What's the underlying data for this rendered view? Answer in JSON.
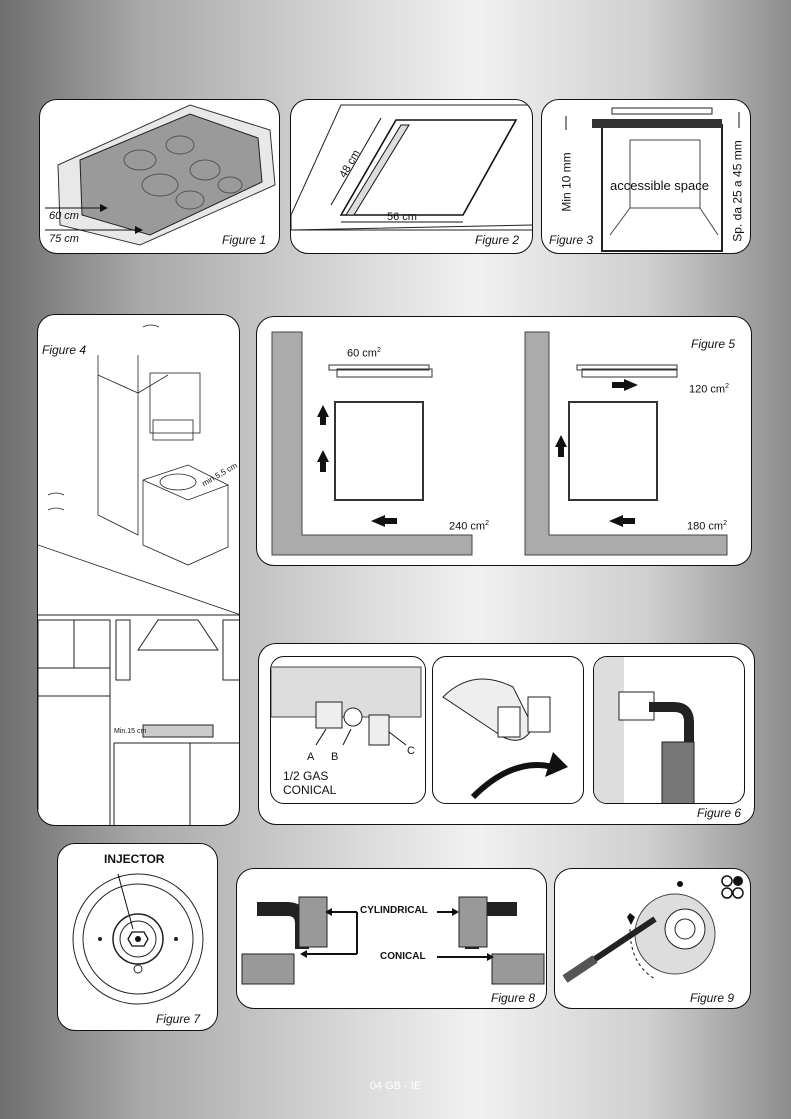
{
  "figure1": {
    "caption": "Figure 1",
    "dim_a": "60 cm",
    "dim_b": "75 cm"
  },
  "figure2": {
    "caption": "Figure 2",
    "dim_depth": "48 cm",
    "dim_width": "56 cm"
  },
  "figure3": {
    "caption": "Figure 3",
    "min_label": "Min 10 mm",
    "space_label": "accessible space",
    "sp_label": "Sp. da 25 a 45 mm"
  },
  "figure4": {
    "caption": "Figure 4",
    "min_label_top": "min.5,5 cm",
    "min_label_bottom": "Min.15 cm"
  },
  "figure5": {
    "caption": "Figure  5",
    "area_left_top": "60 cm",
    "area_left_bottom": "240 cm",
    "area_right_top": "120 cm",
    "area_right_bottom": "180 cm",
    "sup": "2"
  },
  "figure6": {
    "caption": "Figure  6",
    "label_a": "A",
    "label_b": "B",
    "label_c": "C",
    "gas_line1": "1/2 GAS",
    "gas_line2": "CONICAL"
  },
  "figure7": {
    "caption": "Figure  7",
    "title": "INJECTOR"
  },
  "figure8": {
    "caption": "Figure  8",
    "cylindrical": "CYLINDRICAL",
    "conical": "CONICAL"
  },
  "figure9": {
    "caption": "Figure  9"
  },
  "footer": {
    "page": "04 GB - IE"
  }
}
